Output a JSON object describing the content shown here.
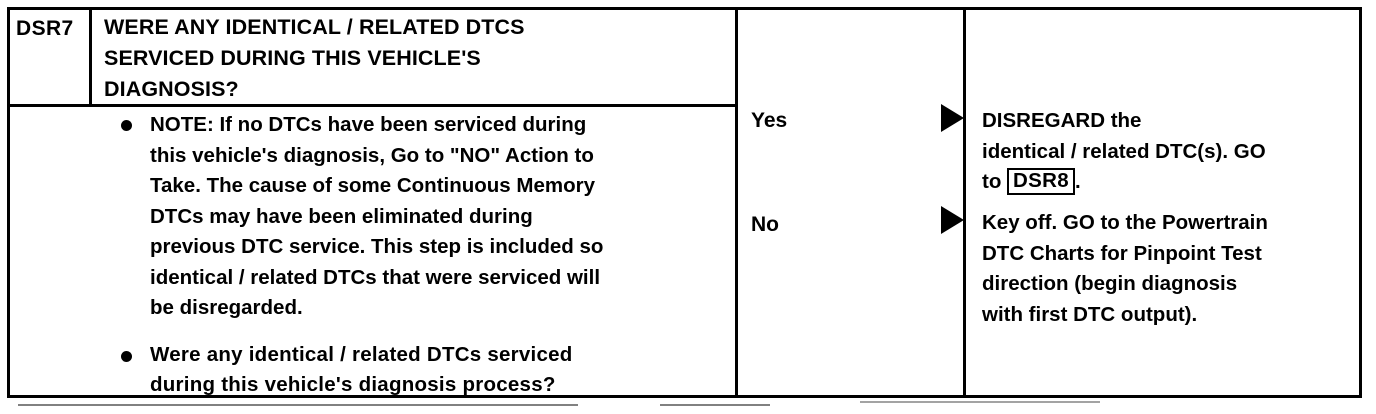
{
  "document": {
    "type": "diagnostic-pinpoint-test-step",
    "step_id": "DSR7"
  },
  "step": {
    "id_label": "DSR7",
    "question": "WERE ANY IDENTICAL / RELATED DTCS SERVICED DURING THIS VEHICLE'S DIAGNOSIS?",
    "question_lines": [
      "WERE ANY IDENTICAL / RELATED DTCS",
      "SERVICED DURING THIS VEHICLE'S",
      "DIAGNOSIS?"
    ]
  },
  "notes": [
    {
      "bullet": "●",
      "emphasis": "normal",
      "text": "NOTE: If no DTCs have been serviced during this vehicle's diagnosis, Go to \"NO\" Action to Take. The cause of some Continuous Memory DTCs may have been eliminated during previous DTC service. This step is included so identical / related DTCs that were serviced will be disregarded.",
      "lines": [
        "NOTE: If no DTCs have been serviced during",
        "this vehicle's diagnosis, Go to \"NO\" Action to",
        "Take. The cause of some Continuous Memory",
        "DTCs may have been eliminated during",
        "previous DTC service. This step is included so",
        "identical / related DTCs that were serviced will",
        "be disregarded."
      ]
    },
    {
      "bullet": "●",
      "emphasis": "bold",
      "text": "Were any identical / related DTCs serviced during this vehicle's diagnosis process?",
      "lines": [
        "Were any identical / related DTCs serviced",
        "during this vehicle's diagnosis process?"
      ]
    }
  ],
  "branches": [
    {
      "answer": "Yes",
      "arrow": "right-triangle-icon",
      "action_lines": [
        "DISREGARD the",
        "identical / related DTC(s). GO"
      ],
      "action_tail_prefix": "to ",
      "action_ref": "DSR8",
      "action_tail_suffix": "."
    },
    {
      "answer": "No",
      "arrow": "right-triangle-icon",
      "action_lines": [
        "Key off. GO to the Powertrain",
        "DTC Charts  for Pinpoint Test",
        "direction (begin diagnosis",
        "with first DTC output)."
      ]
    }
  ],
  "colors": {
    "ink": "#000000",
    "paper": "#ffffff"
  }
}
